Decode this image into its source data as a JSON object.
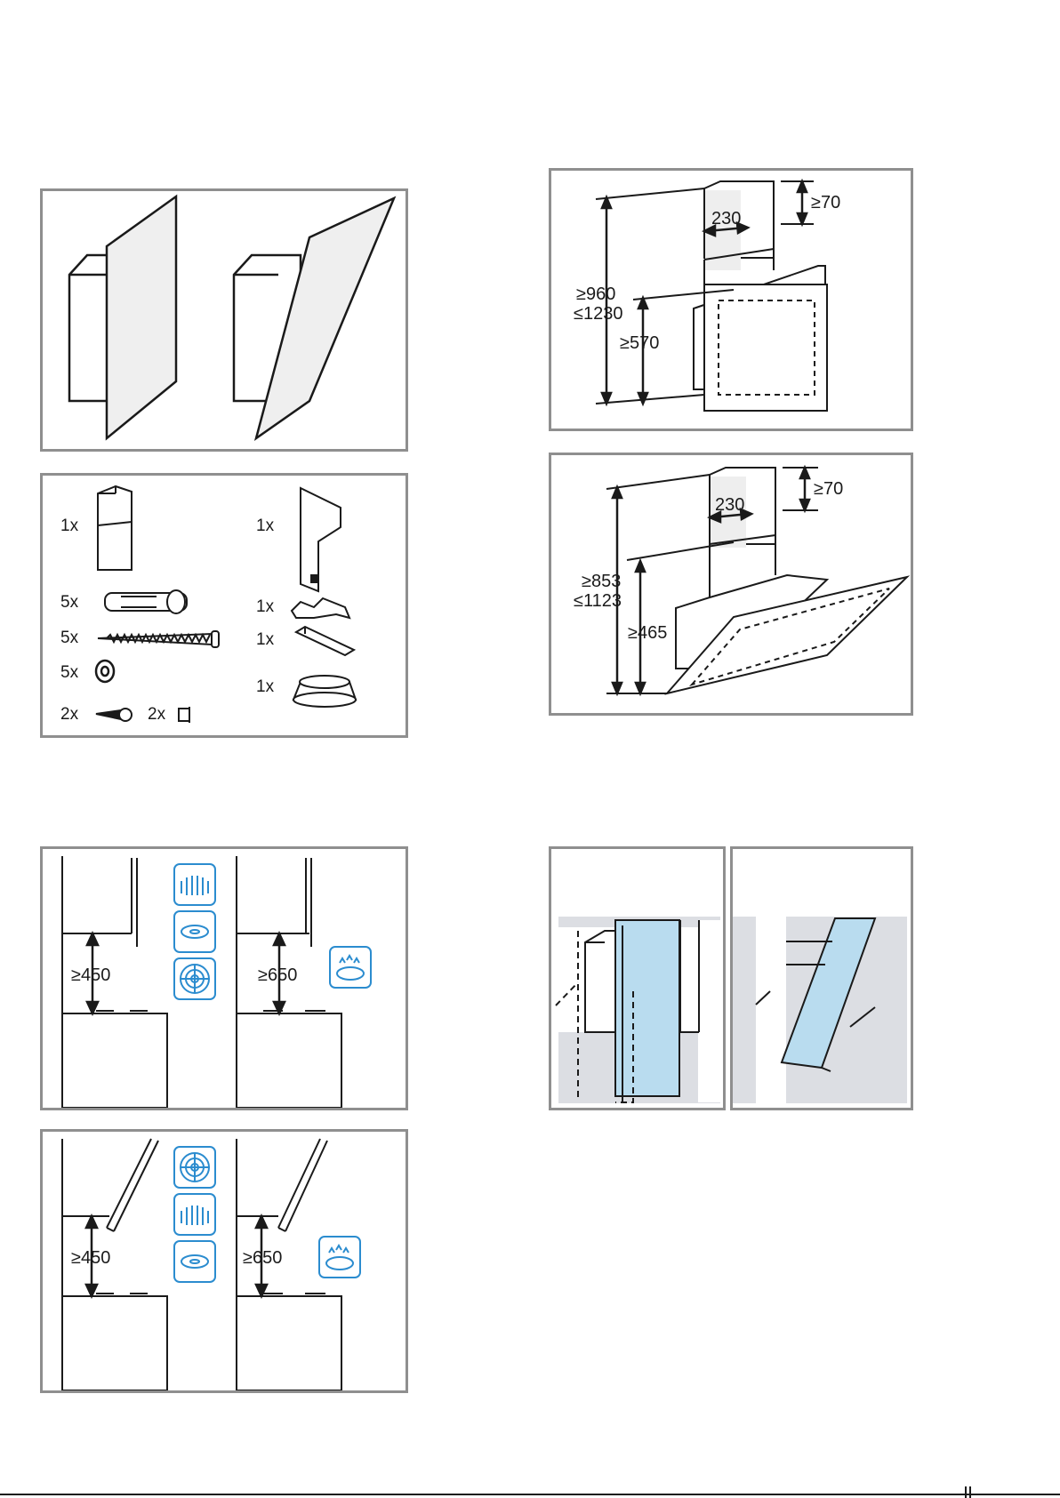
{
  "colors": {
    "frame": "#8f8f8f",
    "line": "#1a1a1a",
    "glass": "#b9dcef",
    "wall": "#dcdee3",
    "icon": "#2b8ccf"
  },
  "parts": {
    "q1": "1x",
    "q2": "1x",
    "q3": "5x",
    "q4": "5x",
    "q5": "5x",
    "q6": "2x",
    "q7": "2x",
    "q8": "1x",
    "q9": "1x",
    "q10": "1x"
  },
  "dims_vertical": {
    "min_top": "≥70",
    "width": "230",
    "total_min": "≥960",
    "total_max": "≤1230",
    "lower": "≥570"
  },
  "dims_angled": {
    "min_top": "≥70",
    "width": "230",
    "total_min": "≥853",
    "total_max": "≤1123",
    "lower": "≥465"
  },
  "clearance_vertical": {
    "electric": "≥450",
    "gas": "≥650"
  },
  "clearance_angled": {
    "electric": "≥450",
    "gas": "≥650"
  },
  "icons": [
    "radiant-hob-icon",
    "induction-hob-icon",
    "ceramic-hob-icon",
    "gas-burner-icon"
  ]
}
